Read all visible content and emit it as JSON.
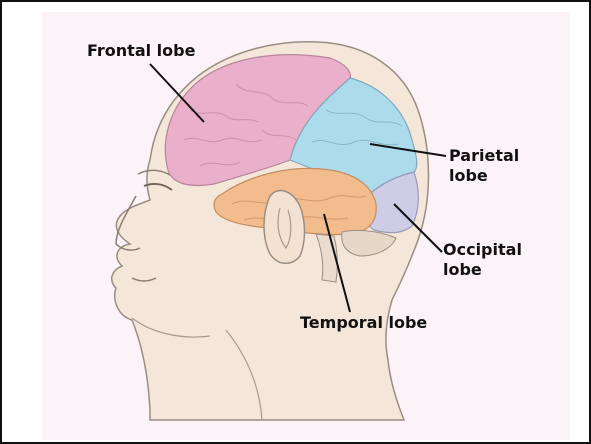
{
  "labels": {
    "frontal": "Frontal lobe",
    "parietal": [
      "Parietal",
      "lobe"
    ],
    "occipital": [
      "Occipital",
      "lobe"
    ],
    "temporal": "Temporal lobe"
  },
  "colors": {
    "frontal": "#e9a7c6",
    "parietal": "#a9d9ea",
    "occipital": "#c8c9e6",
    "temporal": "#f2b98a",
    "skin": "#f2e3d3",
    "outline": "#9a8d83"
  }
}
